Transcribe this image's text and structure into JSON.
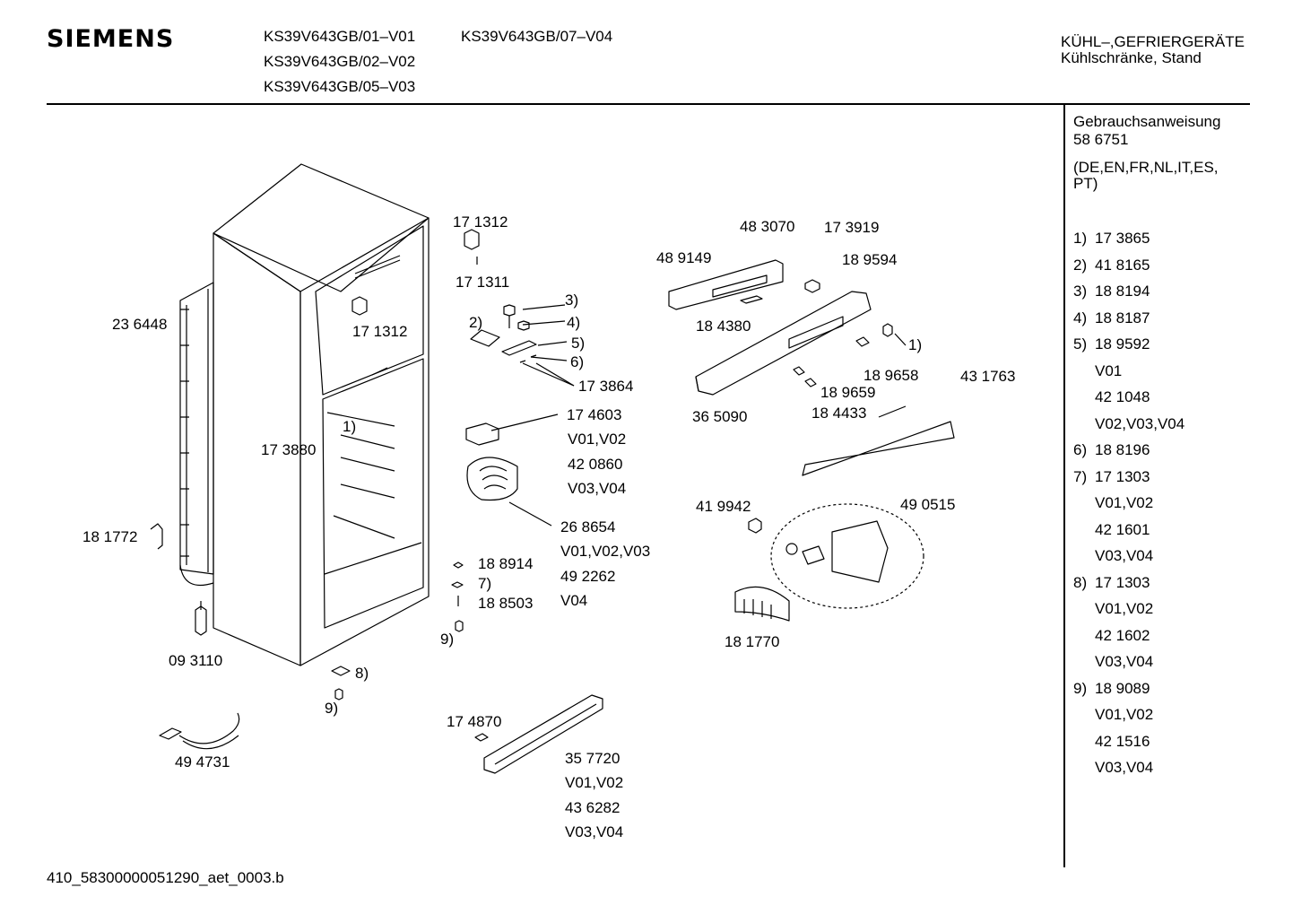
{
  "header": {
    "brand": "SIEMENS",
    "models": [
      "KS39V643GB/01–V01",
      "KS39V643GB/02–V02",
      "KS39V643GB/05–V03",
      "KS39V643GB/07–V04"
    ],
    "category_line1": "KÜHL–,GEFRIERGERÄTE",
    "category_line2": "Kühlschränke, Stand"
  },
  "sidebar": {
    "manual_title": "Gebrauchsanweisung",
    "manual_number": "58 6751",
    "languages_line1": "(DE,EN,FR,NL,IT,ES,",
    "languages_line2": "PT)",
    "entries": [
      {
        "num": "1)",
        "text": "17 3865"
      },
      {
        "num": "2)",
        "text": "41 8165"
      },
      {
        "num": "3)",
        "text": "18 8194"
      },
      {
        "num": "4)",
        "text": "18 8187"
      },
      {
        "num": "5)",
        "text": "18 9592"
      },
      {
        "num": "",
        "text": "V01"
      },
      {
        "num": "",
        "text": "42 1048"
      },
      {
        "num": "",
        "text": "V02,V03,V04"
      },
      {
        "num": "6)",
        "text": "18 8196"
      },
      {
        "num": "7)",
        "text": "17 1303"
      },
      {
        "num": "",
        "text": "V01,V02"
      },
      {
        "num": "",
        "text": "42 1601"
      },
      {
        "num": "",
        "text": "V03,V04"
      },
      {
        "num": "8)",
        "text": "17 1303"
      },
      {
        "num": "",
        "text": "V01,V02"
      },
      {
        "num": "",
        "text": "42 1602"
      },
      {
        "num": "",
        "text": "V03,V04"
      },
      {
        "num": "9)",
        "text": "18 9089"
      },
      {
        "num": "",
        "text": "V01,V02"
      },
      {
        "num": "",
        "text": "42 1516"
      },
      {
        "num": "",
        "text": "V03,V04"
      }
    ]
  },
  "labels": {
    "p171312a": "17 1312",
    "p171311": "17 1311",
    "p171312b": "17 1312",
    "p236448": "23 6448",
    "c3": "3)",
    "c2": "2)",
    "c4": "4)",
    "c5": "5)",
    "c6": "6)",
    "p173864": "17 3864",
    "c1a": "1)",
    "p173880": "17 3880",
    "p174603": "17 4603",
    "v0102a": "V01,V02",
    "p420860": "42 0860",
    "v0304a": "V03,V04",
    "p268654": "26 8654",
    "v010203": "V01,V02,V03",
    "p492262": "49 2262",
    "v04": "V04",
    "p181772": "18 1772",
    "p188914": "18 8914",
    "c7": "7)",
    "p188503": "18 8503",
    "c9a": "9)",
    "p093110": "09 3110",
    "c8": "8)",
    "c9b": "9)",
    "p494731": "49 4731",
    "p174870": "17 4870",
    "p357720": "35 7720",
    "v0102b": "V01,V02",
    "p436282": "43 6282",
    "v0304b": "V03,V04",
    "p483070": "48 3070",
    "p173919": "17 3919",
    "p489149": "48 9149",
    "p189594": "18 9594",
    "p184380": "18 4380",
    "c1b": "1)",
    "p189658": "18 9658",
    "p431763": "43 1763",
    "p189659": "18 9659",
    "p365090": "36 5090",
    "p184433": "18 4433",
    "p419942": "41 9942",
    "p490515": "49 0515",
    "p181770": "18 1770"
  },
  "footer": {
    "code": "410_58300000051290_aet_0003.b"
  }
}
